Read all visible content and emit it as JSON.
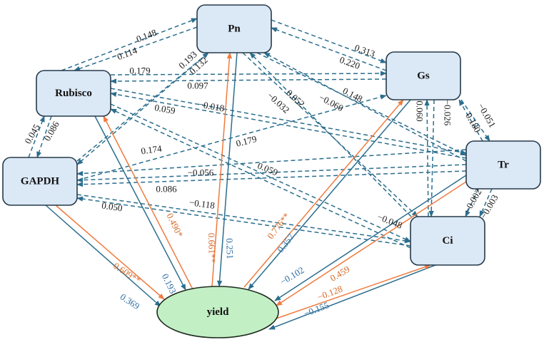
{
  "colors": {
    "dashed_edge": "#2b6e8e",
    "direct_blue": "#2b6e8e",
    "direct_orange": "#ef7b3e",
    "label_blue": "#2e6ea5",
    "label_orange": "#d76a2a",
    "node_fill": "#dbe8f6",
    "yield_fill": "#c3efc5"
  },
  "nodes": [
    {
      "id": "Pn",
      "label": "Pn",
      "shape": "rect"
    },
    {
      "id": "Rubisco",
      "label": "Rubisco",
      "shape": "rect"
    },
    {
      "id": "Gs",
      "label": "Gs",
      "shape": "rect"
    },
    {
      "id": "GAPDH",
      "label": "GAPDH",
      "shape": "rect"
    },
    {
      "id": "Tr",
      "label": "Tr",
      "shape": "rect"
    },
    {
      "id": "Ci",
      "label": "Ci",
      "shape": "rect"
    },
    {
      "id": "yield",
      "label": "yield",
      "shape": "ellipse"
    }
  ],
  "edges": [
    {
      "from": "Rubisco",
      "to": "Pn",
      "label": "0.148",
      "style": "dashed"
    },
    {
      "from": "Pn",
      "to": "Rubisco",
      "label": "0.114",
      "style": "dashed"
    },
    {
      "from": "Pn",
      "to": "Gs",
      "label": "0.313",
      "style": "dashed"
    },
    {
      "from": "Gs",
      "to": "Pn",
      "label": "0.220",
      "style": "dashed"
    },
    {
      "from": "Rubisco",
      "to": "Gs",
      "label": "0.179",
      "style": "dashed"
    },
    {
      "from": "Gs",
      "to": "Rubisco",
      "label": "0.097",
      "style": "dashed"
    },
    {
      "from": "GAPDH",
      "to": "Pn",
      "label": "0.193",
      "style": "dashed"
    },
    {
      "from": "Pn",
      "to": "GAPDH",
      "label": "0.132",
      "style": "dashed"
    },
    {
      "from": "Rubisco",
      "to": "Tr",
      "label": "−0.018",
      "style": "dashed"
    },
    {
      "from": "Tr",
      "to": "Rubisco",
      "label": "0.059",
      "style": "dashed"
    },
    {
      "from": "GAPDH",
      "to": "Rubisco",
      "label": "0.045",
      "style": "dashed"
    },
    {
      "from": "Rubisco",
      "to": "GAPDH",
      "label": "0.086",
      "style": "dashed"
    },
    {
      "from": "GAPDH",
      "to": "Gs",
      "label": "0.174",
      "style": "dashed"
    },
    {
      "from": "Tr",
      "to": "GAPDH",
      "label": "0.179",
      "style": "dashed"
    },
    {
      "from": "Rubisco",
      "to": "Ci",
      "label": "0.059",
      "style": "dashed"
    },
    {
      "from": "Ci",
      "to": "Rubisco",
      "label": "−0.048",
      "style": "dashed"
    },
    {
      "from": "Tr",
      "to": "GAPDH",
      "label": "−0.056",
      "style": "dashed"
    },
    {
      "from": "GAPDH",
      "to": "Tr",
      "label": "0.086",
      "style": "dashed"
    },
    {
      "from": "GAPDH",
      "to": "Ci",
      "label": "0.050",
      "style": "dashed"
    },
    {
      "from": "Ci",
      "to": "GAPDH",
      "label": "−0.118",
      "style": "dashed"
    },
    {
      "from": "Pn",
      "to": "Ci",
      "label": "0.052",
      "style": "dashed"
    },
    {
      "from": "Ci",
      "to": "Pn",
      "label": "−0.032",
      "style": "dashed"
    },
    {
      "from": "Pn",
      "to": "Tr",
      "label": "0.148",
      "style": "dashed"
    },
    {
      "from": "Tr",
      "to": "Pn",
      "label": "−0.060",
      "style": "dashed"
    },
    {
      "from": "Ci",
      "to": "Gs",
      "label": "0.060",
      "style": "dashed"
    },
    {
      "from": "Gs",
      "to": "Ci",
      "label": "−0.026",
      "style": "dashed"
    },
    {
      "from": "Tr",
      "to": "Gs",
      "label": "0.180",
      "style": "dashed"
    },
    {
      "from": "Gs",
      "to": "Tr",
      "label": "−0.051",
      "style": "dashed"
    },
    {
      "from": "Tr",
      "to": "Ci",
      "label": "−0.002",
      "style": "dashed"
    },
    {
      "from": "Ci",
      "to": "Tr",
      "label": "−0.003",
      "style": "dashed"
    },
    {
      "from": "GAPDH",
      "to": "yield",
      "label": "0.369",
      "style": "blue"
    },
    {
      "from": "yield",
      "to": "GAPDH",
      "label": "0.609**",
      "style": "orange"
    },
    {
      "from": "Rubisco",
      "to": "yield",
      "label": "0.193",
      "style": "blue"
    },
    {
      "from": "yield",
      "to": "Rubisco",
      "label": "0.490*",
      "style": "orange"
    },
    {
      "from": "Pn",
      "to": "yield",
      "label": "0.251",
      "style": "blue"
    },
    {
      "from": "yield",
      "to": "Pn",
      "label": "0.661**",
      "style": "orange"
    },
    {
      "from": "Gs",
      "to": "yield",
      "label": "0.357",
      "style": "blue"
    },
    {
      "from": "yield",
      "to": "Gs",
      "label": "0.776**",
      "style": "orange"
    },
    {
      "from": "Tr",
      "to": "yield",
      "label": "−0.102",
      "style": "blue"
    },
    {
      "from": "yield",
      "to": "Tr",
      "label": "0.459",
      "style": "orange"
    },
    {
      "from": "Ci",
      "to": "yield",
      "label": "−0.155",
      "style": "blue"
    },
    {
      "from": "yield",
      "to": "Ci",
      "label": "−0.128",
      "style": "orange"
    }
  ]
}
